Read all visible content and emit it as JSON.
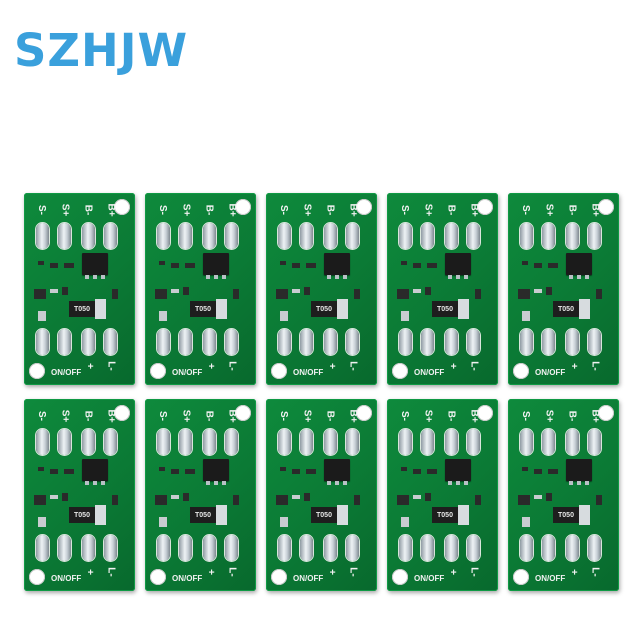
{
  "brand": {
    "text": "SZHJW",
    "color": "#3aa0dc"
  },
  "board": {
    "count": 10,
    "top_labels": [
      "S-",
      "S+",
      "B-",
      "B+"
    ],
    "chip_marking": "T050",
    "switch_label": "ON/OFF",
    "bottom_labels": [
      "+",
      "L-"
    ],
    "pcb_color": "#0b7a35"
  }
}
